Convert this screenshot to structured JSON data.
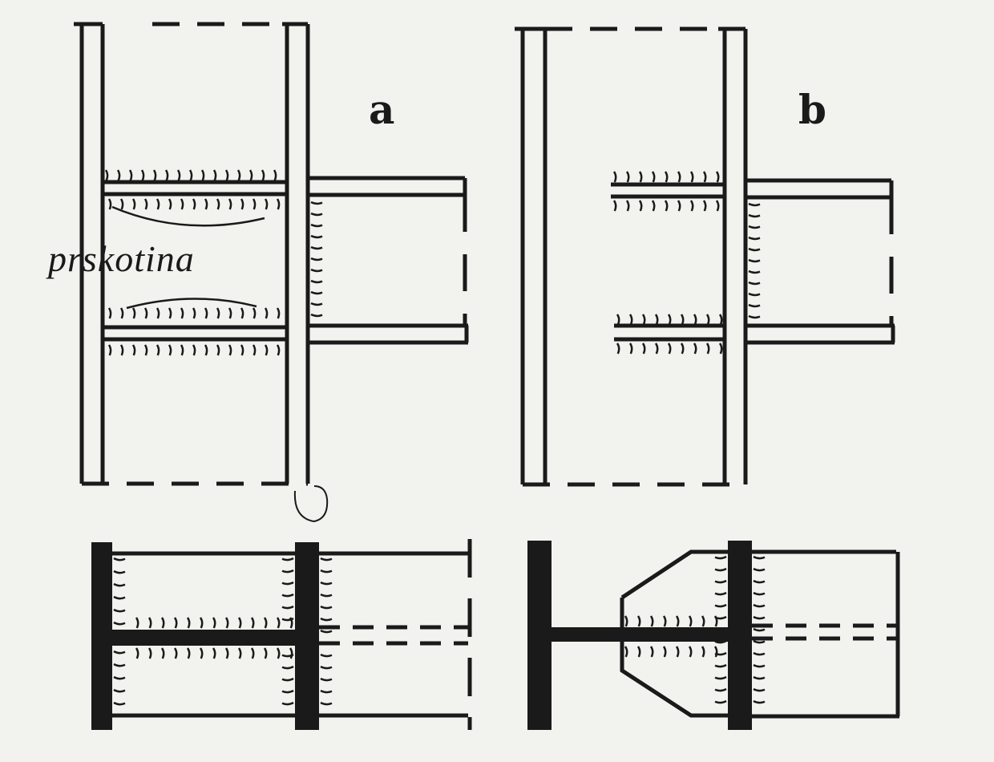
{
  "figure": {
    "panels": [
      {
        "id": "a",
        "label": "a"
      },
      {
        "id": "b",
        "label": "b"
      }
    ],
    "annotation": "prskotina",
    "colors": {
      "ink": "#1a1a1a",
      "paper": "#f2f2ef"
    }
  }
}
